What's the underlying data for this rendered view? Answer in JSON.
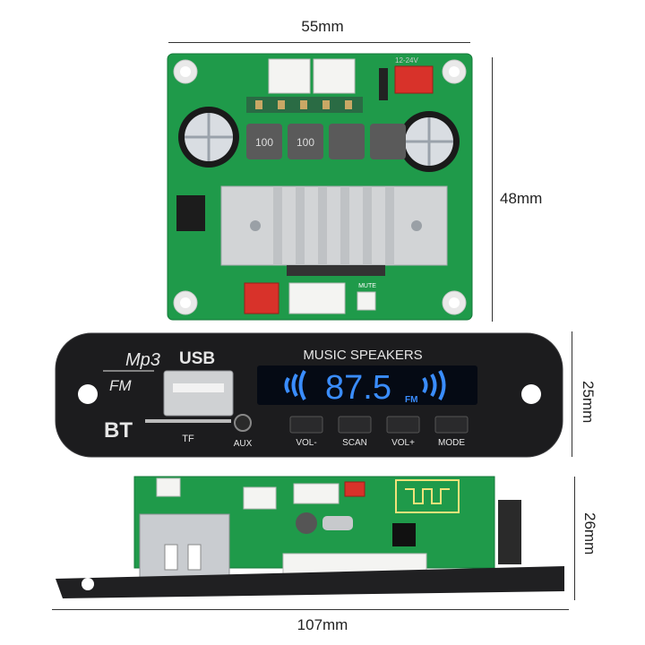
{
  "dimensions": {
    "amp_width": "55mm",
    "amp_height": "48mm",
    "panel_height": "25mm",
    "side_height": "26mm",
    "total_width": "107mm"
  },
  "amp_board": {
    "cap_mark_left": "100",
    "cap_mark_right": "100",
    "mute_label": "MUTE",
    "power_label": "12-24V"
  },
  "panel": {
    "logo_top": "Mp3",
    "logo_bottom": "FM",
    "usb_label": "USB",
    "bt_label": "BT",
    "tf_label": "TF",
    "aux_label": "AUX",
    "title": "MUSIC SPEAKERS",
    "display_value": "87.5",
    "display_unit": "FM",
    "buttons": [
      "VOL-",
      "SCAN",
      "VOL+",
      "MODE"
    ]
  },
  "colors": {
    "pcb_green": "#1f9a4a",
    "panel_black": "#1c1c1e",
    "display_blue": "#3a8dff",
    "connector_red": "#d8322a"
  }
}
